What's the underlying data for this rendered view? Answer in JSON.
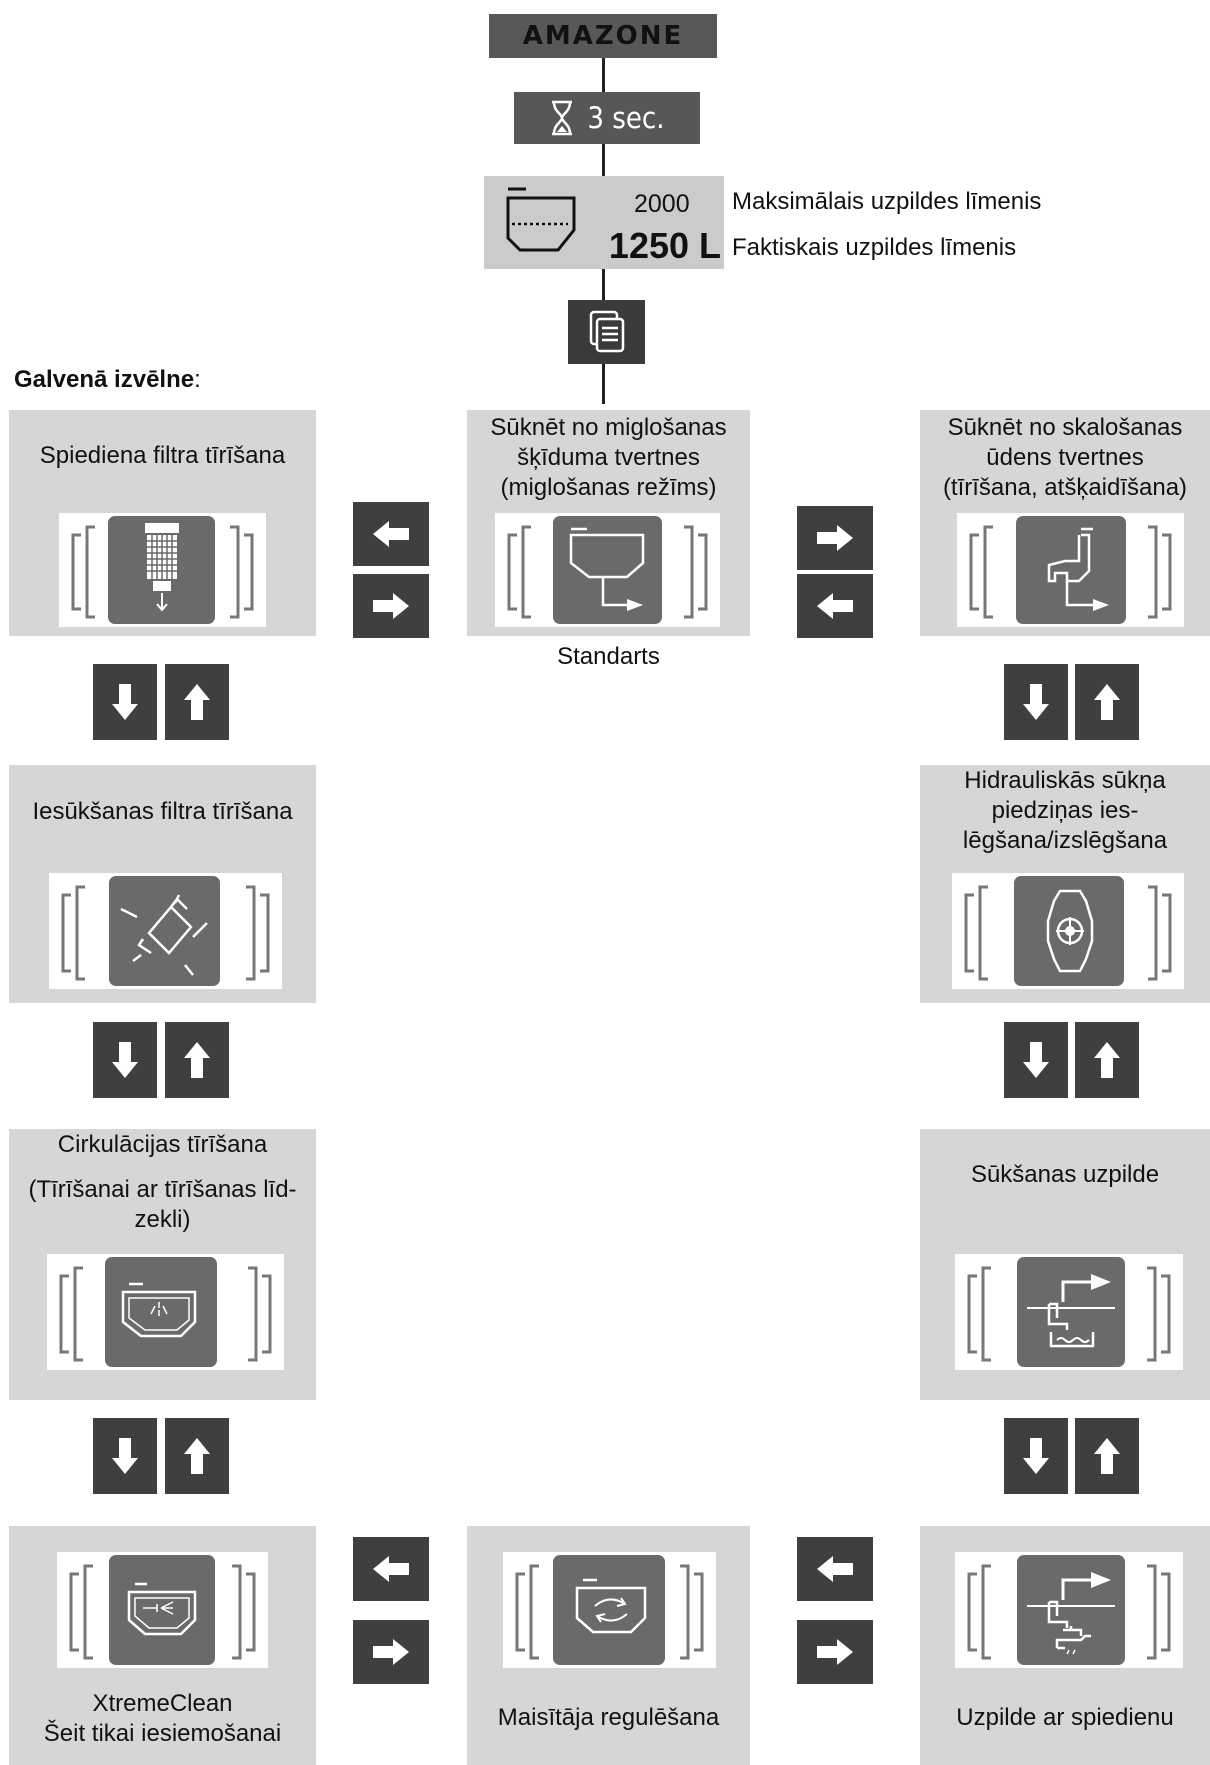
{
  "header": {
    "logo": "AMAZONE",
    "timer": "3 sec."
  },
  "tank": {
    "max_value": "2000",
    "actual_value": "1250 L",
    "max_label": "Maksimālais uzpildes līmenis",
    "actual_label": "Faktiskais uzpildes līmenis"
  },
  "main_menu": {
    "title": "Galvenā izvēlne",
    "suffix": ":"
  },
  "panels": {
    "pressure_filter": {
      "title": "Spiediena filtra tīrīšana"
    },
    "pump_sprayer": {
      "title_lines": [
        "Sūknēt no miglošanas",
        "šķīduma tvertnes",
        "(miglošanas režīms)"
      ],
      "caption": "Standarts"
    },
    "pump_rinse": {
      "title_lines": [
        "Sūknēt no skalošanas",
        "ūdens tvertnes",
        "(tīrīšana, atšķaidīšana)"
      ]
    },
    "suction_filter": {
      "title": "Iesūkšanas filtra tīrīšana"
    },
    "hydraulic_pump": {
      "title_lines": [
        "Hidrauliskās sūkņa",
        "piedziņas ies-",
        "lēgšana/izslēgšana"
      ]
    },
    "circulation": {
      "title": "Cirkulācijas tīrīšana",
      "subtitle_lines": [
        "(Tīrīšanai ar tīrīšanas līd-",
        "zekli)"
      ]
    },
    "suction_fill": {
      "title": "Sūkšanas uzpilde"
    },
    "xtremeclean": {
      "caption_lines": [
        "XtremeClean",
        "Šeit tikai iesiemošanai"
      ]
    },
    "agitator": {
      "caption": "Maisītāja regulēšana"
    },
    "pressure_fill": {
      "caption": "Uzpilde ar spiedienu"
    }
  },
  "icons": {
    "hourglass": "hourglass-icon",
    "tank": "tank-icon",
    "menu": "menu-icon",
    "left": "arrow-left-icon",
    "right": "arrow-right-icon",
    "down": "arrow-down-icon",
    "up": "arrow-up-icon"
  }
}
